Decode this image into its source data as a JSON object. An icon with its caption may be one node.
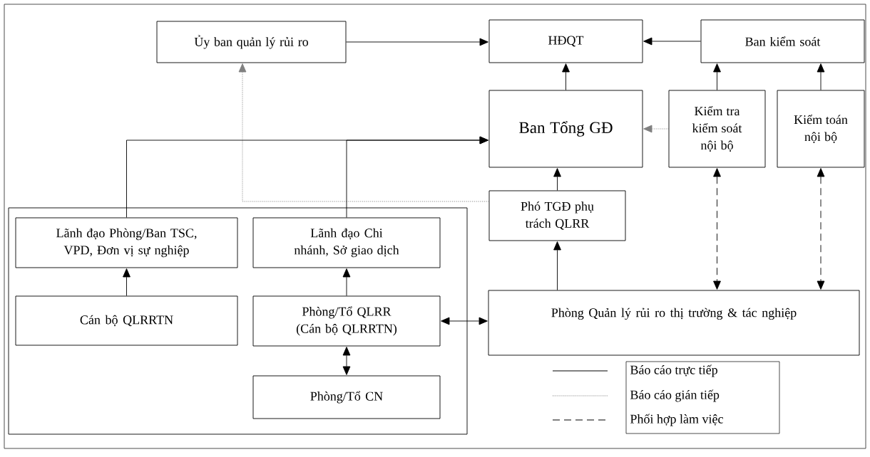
{
  "diagram": {
    "nodes": [
      {
        "text": [
          "Ủy ban quản lý rủi ro"
        ]
      },
      {
        "text": [
          "HĐQT"
        ]
      },
      {
        "text": [
          "Ban kiểm soát"
        ]
      },
      {
        "text": [
          "Ban Tổng GĐ"
        ]
      },
      {
        "text": [
          "Kiểm tra kiểm soát nội bộ"
        ]
      },
      {
        "text": [
          "Kiểm toán nội bộ"
        ]
      },
      {
        "text": [
          "Phó TGĐ phụ trách QLRR"
        ]
      },
      {
        "text": [],
        "shape": "box"
      },
      {
        "text": [
          "Lãnh đạo Phòng/Ban TSC, VPD, Đơn vị sự nghiệp"
        ],
        "in": 7
      },
      {
        "text": [
          "Lãnh đạo Chi nhánh, Sở giao dịch"
        ],
        "in": 7
      },
      {
        "text": [
          "Cán bộ QLRRTN"
        ],
        "in": 7
      },
      {
        "text": [
          "Phòng/Tổ QLRR (Cán bộ QLRRTN)"
        ],
        "in": 7
      },
      {
        "text": [
          "Phòng/Tổ CN"
        ],
        "in": 7
      },
      {
        "text": [
          "Phòng Quản lý rủi ro thị trường & tác nghiệp"
        ]
      }
    ],
    "edges": [
      {
        "from": 0,
        "to": 1,
        "arrow": "to"
      },
      {
        "from": 2,
        "to": 1,
        "arrow": "to"
      },
      {
        "from": 3,
        "to": 1,
        "arrow": "to"
      },
      {
        "from": 4,
        "to": 2,
        "arrow": "to"
      },
      {
        "from": 5,
        "to": 2,
        "arrow": "to"
      },
      {
        "from": 4,
        "to": 3,
        "arrow": "to",
        "style": "dashed",
        "color": "#808080"
      },
      {
        "from": 6,
        "to": 3,
        "arrow": "to"
      },
      {
        "from": 6,
        "to": 0,
        "arrow": "to",
        "style": "dashed",
        "color": "#808080"
      },
      {
        "from": 8,
        "to": 3,
        "arrow": "to"
      },
      {
        "from": 9,
        "to": 3,
        "arrow": "to"
      },
      {
        "from": 10,
        "to": 8,
        "arrow": "to"
      },
      {
        "from": 11,
        "to": 9,
        "arrow": "to"
      },
      {
        "from": 11,
        "to": 12,
        "arrow": "both"
      },
      {
        "from": 11,
        "to": 13,
        "arrow": "both"
      },
      {
        "from": 13,
        "to": 6,
        "arrow": "to"
      },
      {
        "from": 4,
        "to": 13,
        "arrow": "both",
        "style": "dashed"
      },
      {
        "from": 5,
        "to": 13,
        "arrow": "both",
        "style": "dashed"
      }
    ],
    "legend": [
      {
        "text": "Báo cáo trực tiếp"
      },
      {
        "text": "Báo cáo gián tiếp"
      },
      {
        "text": "Phối hợp làm việc"
      }
    ]
  }
}
